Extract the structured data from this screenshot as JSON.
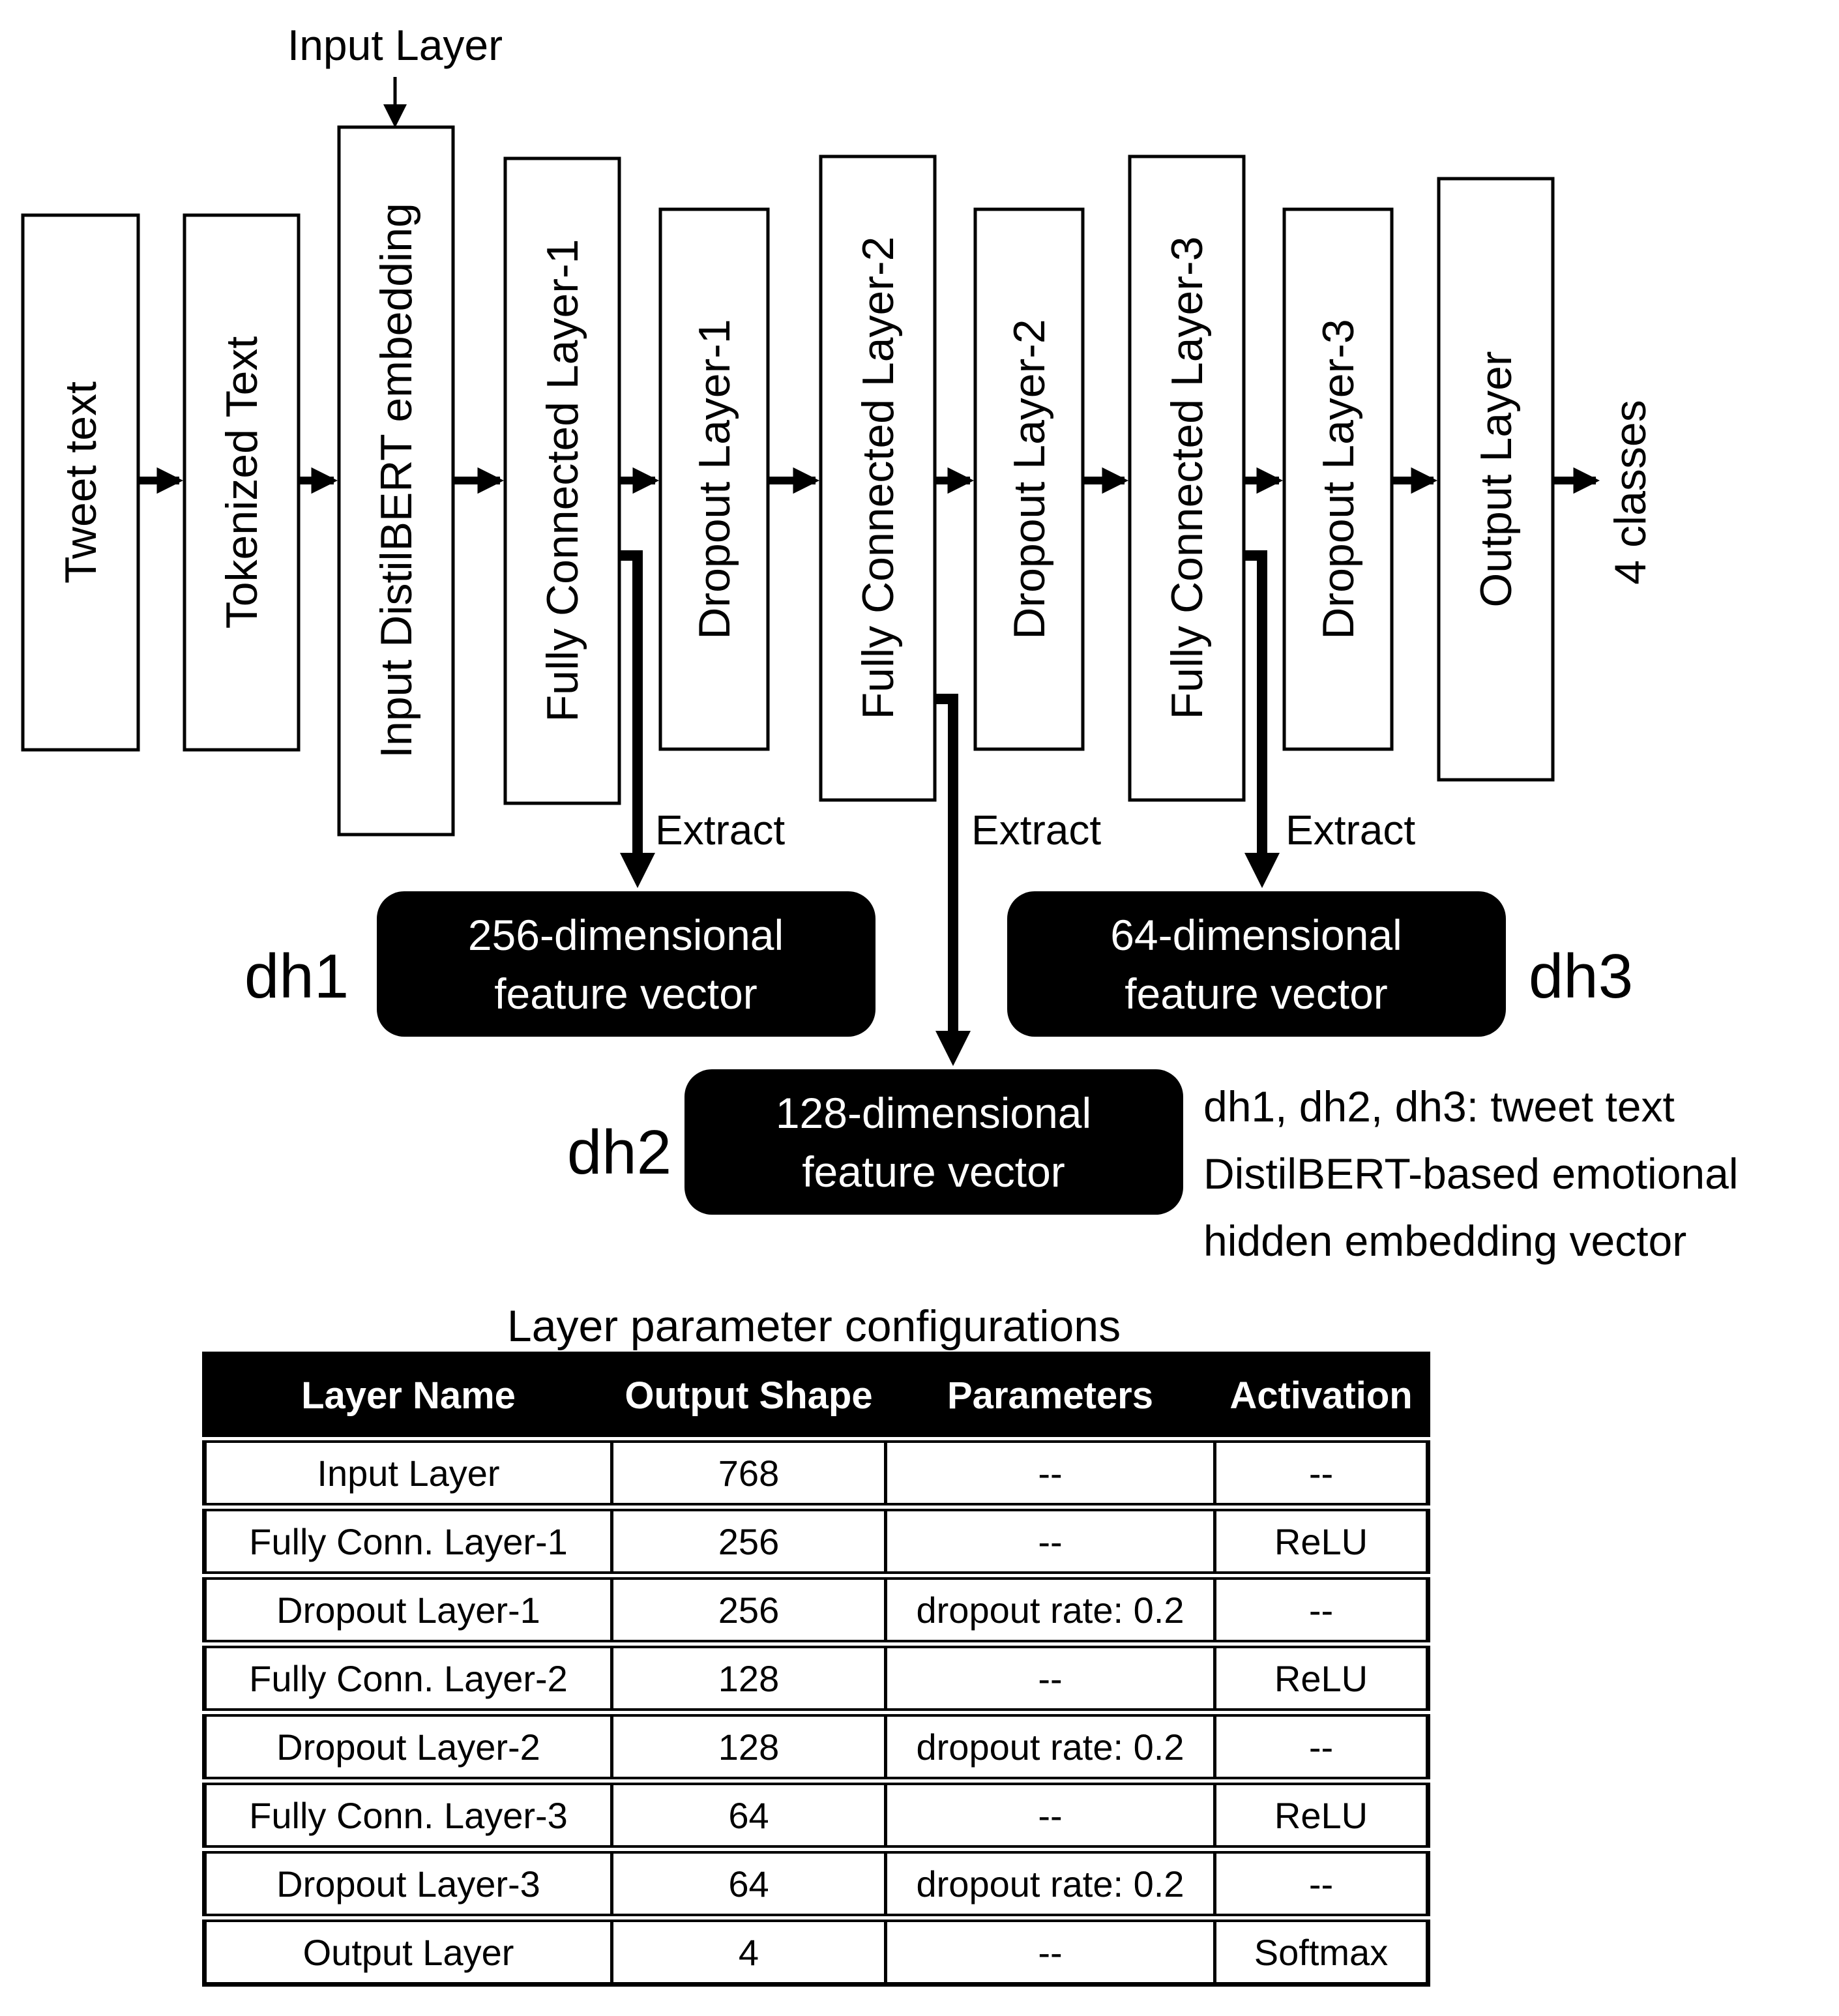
{
  "diagram": {
    "input_layer_label": "Input Layer",
    "pipeline": [
      "Tweet text",
      "Tokenized Text",
      "Input DistilBERT embedding",
      "Fully Connected Layer-1",
      "Dropout Layer-1",
      "Fully Connected Layer-2",
      "Dropout Layer-2",
      "Fully Connected Layer-3",
      "Dropout Layer-3",
      "Output Layer"
    ],
    "output_label": "4 classes",
    "extract_label": "Extract",
    "feature_vectors": [
      {
        "label": "dh1",
        "line1": "256-dimensional",
        "line2": "feature vector"
      },
      {
        "label": "dh2",
        "line1": "128-dimensional",
        "line2": "feature vector"
      },
      {
        "label": "dh3",
        "line1": "64-dimensional",
        "line2": "feature vector"
      }
    ],
    "legend_lines": [
      "dh1, dh2, dh3: tweet text",
      "DistilBERT-based emotional",
      "hidden embedding vector"
    ],
    "colors": {
      "ink": "#000000",
      "paper": "#ffffff"
    }
  },
  "table": {
    "title": "Layer parameter configurations",
    "headers": [
      "Layer Name",
      "Output Shape",
      "Parameters",
      "Activation"
    ],
    "rows": [
      [
        "Input Layer",
        "768",
        "--",
        "--"
      ],
      [
        "Fully Conn. Layer-1",
        "256",
        "--",
        "ReLU"
      ],
      [
        "Dropout Layer-1",
        "256",
        "dropout rate: 0.2",
        "--"
      ],
      [
        "Fully Conn. Layer-2",
        "128",
        "--",
        "ReLU"
      ],
      [
        "Dropout Layer-2",
        "128",
        "dropout rate: 0.2",
        "--"
      ],
      [
        "Fully Conn. Layer-3",
        "64",
        "--",
        "ReLU"
      ],
      [
        "Dropout Layer-3",
        "64",
        "dropout rate: 0.2",
        "--"
      ],
      [
        "Output Layer",
        "4",
        "--",
        "Softmax"
      ]
    ]
  }
}
